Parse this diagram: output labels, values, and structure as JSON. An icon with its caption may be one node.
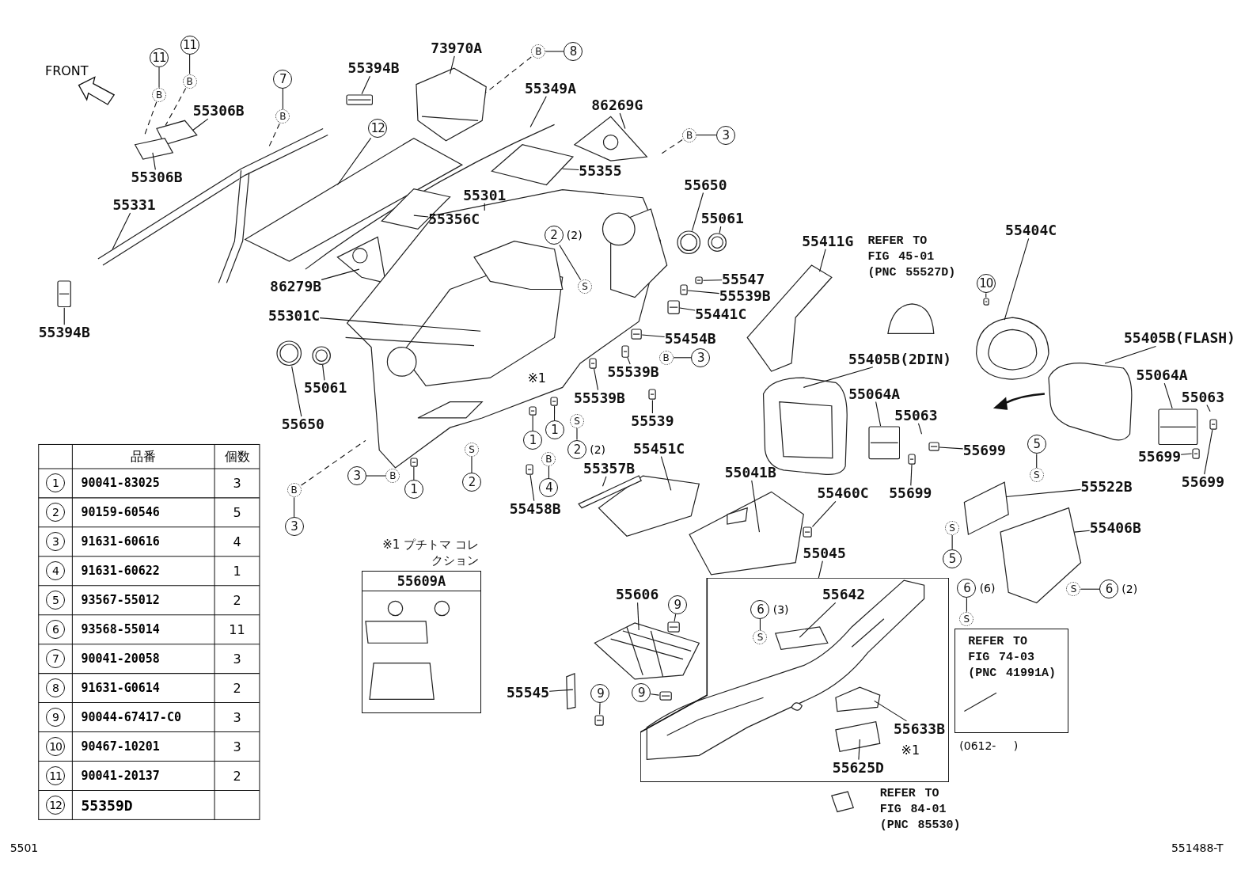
{
  "diagram": {
    "nodes": [
      {
        "text": [
          "73970A"
        ]
      },
      {
        "text": [
          "B"
        ]
      },
      {
        "text": [
          "8"
        ]
      },
      {
        "text": [
          "11"
        ]
      },
      {
        "text": [
          "B"
        ]
      },
      {
        "text": [
          "11"
        ]
      },
      {
        "text": [
          "B"
        ]
      },
      {
        "text": [
          "55394B"
        ]
      },
      {
        "text": [
          "7"
        ]
      },
      {
        "text": [
          "B"
        ]
      },
      {
        "text": [
          "55349A"
        ]
      },
      {
        "text": [
          "55306B"
        ]
      },
      {
        "text": [
          "86269G"
        ]
      },
      {
        "text": [
          "12"
        ]
      },
      {
        "text": [
          "B"
        ]
      },
      {
        "text": [
          "3"
        ]
      },
      {
        "text": [
          "55306B"
        ]
      },
      {
        "text": [
          "55355"
        ]
      },
      {
        "text": [
          "55650"
        ]
      },
      {
        "text": [
          "55301"
        ]
      },
      {
        "text": [
          "55331"
        ]
      },
      {
        "text": [
          "55356C"
        ]
      },
      {
        "text": [
          "55061"
        ]
      },
      {
        "text": [
          "2"
        ],
        "beside": [
          "(2)"
        ]
      },
      {
        "text": [
          "S"
        ]
      },
      {
        "text": [
          "55411G"
        ]
      },
      {
        "text": [
          "REFER TO FIG 45-01 (PNC 55527D)"
        ]
      },
      {
        "text": [
          "55404C"
        ]
      },
      {
        "text": [
          "10"
        ]
      },
      {
        "text": [
          "86279B"
        ]
      },
      {
        "text": [
          "55547"
        ]
      },
      {
        "text": [
          "55539B"
        ]
      },
      {
        "text": [
          "55301C"
        ]
      },
      {
        "text": [
          "55441C"
        ]
      },
      {
        "text": [
          "55394B"
        ]
      },
      {
        "text": [
          "55454B"
        ]
      },
      {
        "text": [
          "B"
        ]
      },
      {
        "text": [
          "3"
        ]
      },
      {
        "text": [
          "55405B(FLASH)"
        ]
      },
      {
        "text": [
          "55405B(2DIN)"
        ]
      },
      {
        "text": [
          "55539B"
        ]
      },
      {
        "text": [
          "55064A"
        ]
      },
      {
        "text": [
          "55061"
        ]
      },
      {
        "text": [
          "55064A"
        ]
      },
      {
        "text": [
          "55539B"
        ]
      },
      {
        "text": [
          "55063"
        ]
      },
      {
        "text": [
          "55063"
        ]
      },
      {
        "text": [
          "55539"
        ]
      },
      {
        "text": [
          "55650"
        ]
      },
      {
        "text": [
          "S"
        ]
      },
      {
        "text": [
          "1"
        ]
      },
      {
        "text": [
          "1"
        ]
      },
      {
        "text": [
          "B"
        ]
      },
      {
        "text": [
          "2"
        ],
        "beside": [
          "(2)"
        ]
      },
      {
        "text": [
          "S"
        ]
      },
      {
        "text": [
          "55451C"
        ]
      },
      {
        "text": [
          "55699"
        ]
      },
      {
        "text": [
          "55699"
        ]
      },
      {
        "text": [
          "2"
        ]
      },
      {
        "text": [
          "3"
        ]
      },
      {
        "text": [
          "B"
        ]
      },
      {
        "text": [
          "1"
        ]
      },
      {
        "text": [
          "4"
        ]
      },
      {
        "text": [
          "55357B"
        ]
      },
      {
        "text": [
          "55041B"
        ]
      },
      {
        "text": [
          "55699"
        ]
      },
      {
        "text": [
          "55699"
        ]
      },
      {
        "text": [
          "5"
        ]
      },
      {
        "text": [
          "S"
        ]
      },
      {
        "text": [
          "55522B"
        ]
      },
      {
        "text": [
          "B"
        ]
      },
      {
        "text": [
          "3"
        ]
      },
      {
        "text": [
          "55458B"
        ]
      },
      {
        "text": [
          "55460C"
        ]
      },
      {
        "text": [
          "S"
        ]
      },
      {
        "text": [
          "55406B"
        ]
      },
      {
        "text": [
          "5"
        ]
      },
      {
        "text": [
          "※1 プチトマ コレクション",
          "55609A"
        ]
      },
      {
        "text": [
          "55045"
        ]
      },
      {
        "text": [],
        "shape": "box"
      },
      {
        "text": [
          "6"
        ],
        "beside": [
          "(3)"
        ],
        "in": 79
      },
      {
        "text": [
          "S"
        ],
        "in": 79
      },
      {
        "text": [
          "55642"
        ],
        "in": 79
      },
      {
        "text": [
          "55633B"
        ],
        "in": 79
      },
      {
        "text": [
          "55625D"
        ],
        "in": 79
      },
      {
        "text": [
          "REFER TO FIG 74-03 (PNC 41991A)"
        ],
        "beside": [
          "(0612-     )"
        ]
      },
      {
        "text": [
          "6"
        ],
        "beside": [
          "(6)"
        ]
      },
      {
        "text": [
          "S"
        ]
      },
      {
        "text": [
          "S"
        ]
      },
      {
        "text": [
          "6"
        ],
        "beside": [
          "(2)"
        ]
      },
      {
        "text": [
          "55606"
        ]
      },
      {
        "text": [
          "9"
        ]
      },
      {
        "text": [
          "55545"
        ]
      },
      {
        "text": [
          "9"
        ]
      },
      {
        "text": [
          "9"
        ]
      },
      {
        "text": [
          "REFER TO FIG 84-01 (PNC 85530)"
        ]
      },
      {
        "text": [],
        "shape": "box"
      },
      {
        "text": [],
        "shape": "box"
      },
      {
        "text": [],
        "shape": "box"
      },
      {
        "text": [],
        "shape": "box"
      },
      {
        "text": [],
        "shape": "box"
      },
      {
        "text": [],
        "shape": "box"
      },
      {
        "text": [],
        "shape": "box"
      },
      {
        "text": [],
        "shape": "box"
      },
      {
        "text": [],
        "shape": "box"
      },
      {
        "text": [],
        "shape": "box"
      },
      {
        "text": [],
        "shape": "circle"
      },
      {
        "text": [],
        "shape": "circle"
      },
      {
        "text": [],
        "shape": "circle"
      },
      {
        "text": [],
        "shape": "circle"
      },
      {
        "text": [],
        "shape": "box"
      },
      {
        "text": [],
        "shape": "box"
      },
      {
        "text": [],
        "shape": "box"
      },
      {
        "text": [],
        "shape": "box"
      },
      {
        "text": [],
        "shape": "box"
      },
      {
        "text": [],
        "shape": "box"
      },
      {
        "text": [],
        "shape": "box"
      },
      {
        "text": [],
        "shape": "box"
      },
      {
        "text": [],
        "shape": "box"
      },
      {
        "text": [],
        "shape": "box"
      },
      {
        "text": [],
        "shape": "box"
      },
      {
        "text": [],
        "shape": "box"
      },
      {
        "text": [],
        "shape": "box"
      },
      {
        "text": [],
        "shape": "box"
      }
    ],
    "edges": [
      {
        "from": 0,
        "to": null,
        "arrow": "none"
      },
      {
        "from": 1,
        "to": 2,
        "arrow": "none"
      },
      {
        "from": 1,
        "to": null,
        "arrow": "none",
        "style": "dashed"
      },
      {
        "from": 3,
        "to": 4,
        "arrow": "none"
      },
      {
        "from": 4,
        "to": null,
        "arrow": "none",
        "style": "dashed"
      },
      {
        "from": 5,
        "to": 6,
        "arrow": "none"
      },
      {
        "from": 6,
        "to": null,
        "arrow": "none",
        "style": "dashed"
      },
      {
        "from": 7,
        "to": 122,
        "arrow": "none"
      },
      {
        "from": 8,
        "to": 9,
        "arrow": "none"
      },
      {
        "from": 9,
        "to": null,
        "arrow": "none",
        "style": "dashed"
      },
      {
        "from": 10,
        "to": null,
        "arrow": "none"
      },
      {
        "from": 11,
        "to": null,
        "arrow": "none"
      },
      {
        "from": 12,
        "to": null,
        "arrow": "none"
      },
      {
        "from": 13,
        "to": null,
        "arrow": "none"
      },
      {
        "from": 14,
        "to": 15,
        "arrow": "none"
      },
      {
        "from": 14,
        "to": null,
        "arrow": "none",
        "style": "dashed"
      },
      {
        "from": 16,
        "to": null,
        "arrow": "none"
      },
      {
        "from": 17,
        "to": null,
        "arrow": "none"
      },
      {
        "from": 18,
        "to": 106,
        "arrow": "none"
      },
      {
        "from": 19,
        "to": null,
        "arrow": "none"
      },
      {
        "from": 20,
        "to": null,
        "arrow": "none"
      },
      {
        "from": 21,
        "to": null,
        "arrow": "none"
      },
      {
        "from": 22,
        "to": 107,
        "arrow": "none"
      },
      {
        "from": 23,
        "to": 24,
        "arrow": "none"
      },
      {
        "from": 25,
        "to": null,
        "arrow": "none"
      },
      {
        "from": 27,
        "to": null,
        "arrow": "none"
      },
      {
        "from": 28,
        "to": 119,
        "arrow": "none"
      },
      {
        "from": 29,
        "to": null,
        "arrow": "none"
      },
      {
        "from": 30,
        "to": 112,
        "arrow": "none"
      },
      {
        "from": 31,
        "to": 96,
        "arrow": "none"
      },
      {
        "from": 32,
        "to": null,
        "arrow": "none"
      },
      {
        "from": 33,
        "to": 113,
        "arrow": "none"
      },
      {
        "from": 34,
        "to": 123,
        "arrow": "none"
      },
      {
        "from": 35,
        "to": 114,
        "arrow": "none"
      },
      {
        "from": 36,
        "to": 37,
        "arrow": "none"
      },
      {
        "from": 38,
        "to": null,
        "arrow": "none"
      },
      {
        "from": 39,
        "to": null,
        "arrow": "none"
      },
      {
        "from": 40,
        "to": 115,
        "arrow": "none"
      },
      {
        "from": 41,
        "to": 111,
        "arrow": "none"
      },
      {
        "from": 42,
        "to": 109,
        "arrow": "none"
      },
      {
        "from": 43,
        "to": 110,
        "arrow": "none"
      },
      {
        "from": 44,
        "to": 97,
        "arrow": "none"
      },
      {
        "from": 45,
        "to": null,
        "arrow": "none"
      },
      {
        "from": 46,
        "to": null,
        "arrow": "none"
      },
      {
        "from": 47,
        "to": 116,
        "arrow": "none"
      },
      {
        "from": 48,
        "to": 108,
        "arrow": "none"
      },
      {
        "from": 49,
        "to": 53,
        "arrow": "none"
      },
      {
        "from": 50,
        "to": 98,
        "arrow": "none"
      },
      {
        "from": 51,
        "to": 99,
        "arrow": "none"
      },
      {
        "from": 52,
        "to": 62,
        "arrow": "none"
      },
      {
        "from": 54,
        "to": 58,
        "arrow": "none"
      },
      {
        "from": 55,
        "to": null,
        "arrow": "none"
      },
      {
        "from": 56,
        "to": 104,
        "arrow": "none"
      },
      {
        "from": 57,
        "to": 118,
        "arrow": "none"
      },
      {
        "from": 59,
        "to": 60,
        "arrow": "none"
      },
      {
        "from": 61,
        "to": 100,
        "arrow": "none"
      },
      {
        "from": 63,
        "to": null,
        "arrow": "none"
      },
      {
        "from": 64,
        "to": null,
        "arrow": "none"
      },
      {
        "from": 65,
        "to": 117,
        "arrow": "none"
      },
      {
        "from": 66,
        "to": 105,
        "arrow": "none"
      },
      {
        "from": 67,
        "to": 68,
        "arrow": "none"
      },
      {
        "from": 69,
        "to": null,
        "arrow": "none"
      },
      {
        "from": 70,
        "to": 71,
        "arrow": "none"
      },
      {
        "from": 70,
        "to": null,
        "arrow": "none",
        "style": "dashed"
      },
      {
        "from": 72,
        "to": 101,
        "arrow": "none"
      },
      {
        "from": 73,
        "to": 102,
        "arrow": "none"
      },
      {
        "from": 74,
        "to": 76,
        "arrow": "none"
      },
      {
        "from": 75,
        "to": null,
        "arrow": "none"
      },
      {
        "from": 78,
        "to": 79,
        "arrow": "none"
      },
      {
        "from": 80,
        "to": 81,
        "arrow": "none"
      },
      {
        "from": 82,
        "to": null,
        "arrow": "none"
      },
      {
        "from": 83,
        "to": null,
        "arrow": "none"
      },
      {
        "from": 84,
        "to": null,
        "arrow": "none"
      },
      {
        "from": 86,
        "to": 87,
        "arrow": "none"
      },
      {
        "from": 88,
        "to": 89,
        "arrow": "none"
      },
      {
        "from": 90,
        "to": null,
        "arrow": "none"
      },
      {
        "from": 91,
        "to": 120,
        "arrow": "none"
      },
      {
        "from": 92,
        "to": null,
        "arrow": "none"
      },
      {
        "from": 93,
        "to": 121,
        "arrow": "none"
      },
      {
        "from": 94,
        "to": 103,
        "arrow": "none"
      }
    ],
    "labels": [
      "FRONT",
      "※1",
      "品番",
      "個数",
      "1",
      "90041-83025",
      "3",
      "2",
      "90159-60546",
      "5",
      "3",
      "91631-60616",
      "4",
      "4",
      "91631-60622",
      "1",
      "5",
      "93567-55012",
      "2",
      "6",
      "93568-55014",
      "11",
      "7",
      "90041-20058",
      "3",
      "8",
      "91631-G0614",
      "2",
      "9",
      "90044-67417-C0",
      "3",
      "10",
      "90467-10201",
      "3",
      "11",
      "90041-20137",
      "2",
      "12",
      "55359D",
      "※1",
      "5501",
      "551488-T"
    ]
  }
}
